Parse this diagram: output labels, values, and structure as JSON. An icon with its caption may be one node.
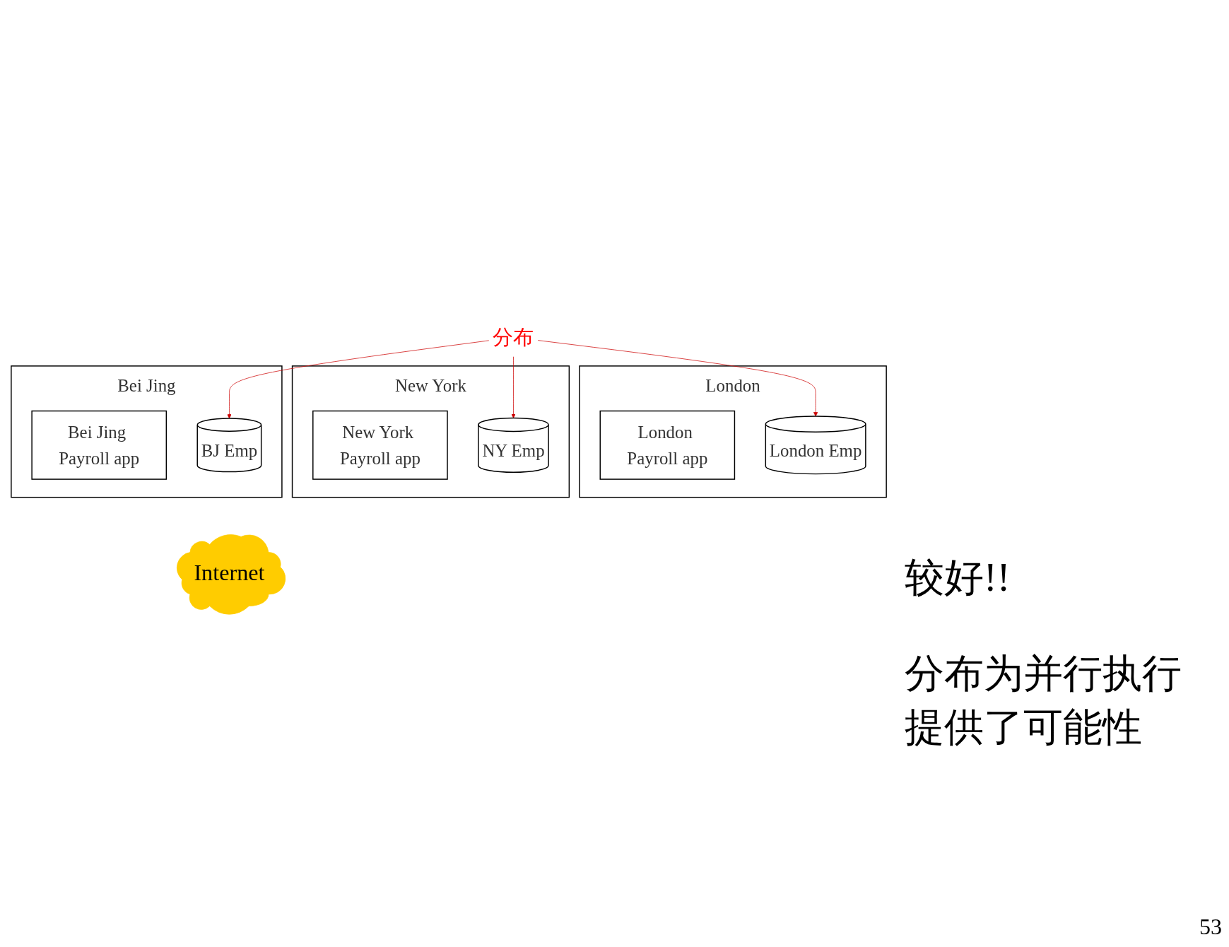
{
  "diagram": {
    "nodes": [
      {
        "text": [
          "London"
        ]
      },
      {
        "text": [
          "London Payroll app"
        ],
        "in": 0
      },
      {
        "text": [
          "London Emp"
        ],
        "in": 0
      },
      {
        "text": [
          "New York"
        ]
      },
      {
        "text": [
          "New York Payroll app"
        ],
        "in": 3
      },
      {
        "text": [
          "NY Emp"
        ],
        "in": 3
      },
      {
        "text": [
          "分布"
        ]
      },
      {
        "text": [
          "Internet"
        ]
      },
      {
        "text": [
          "Bei Jing"
        ]
      },
      {
        "text": [
          "Bei Jing Payroll app"
        ],
        "in": 8
      },
      {
        "text": [
          "BJ Emp"
        ],
        "in": 8
      }
    ],
    "edges": [
      {
        "from": 6,
        "to": 2,
        "arrow": "to",
        "color": "#cc0000"
      },
      {
        "from": 6,
        "to": 5,
        "arrow": "to",
        "color": "#cc0000"
      },
      {
        "from": 6,
        "to": 10,
        "arrow": "to",
        "color": "#cc0000"
      }
    ],
    "labels": [
      "较好!!",
      "分布为并行执行提供了可能性",
      "53"
    ]
  }
}
